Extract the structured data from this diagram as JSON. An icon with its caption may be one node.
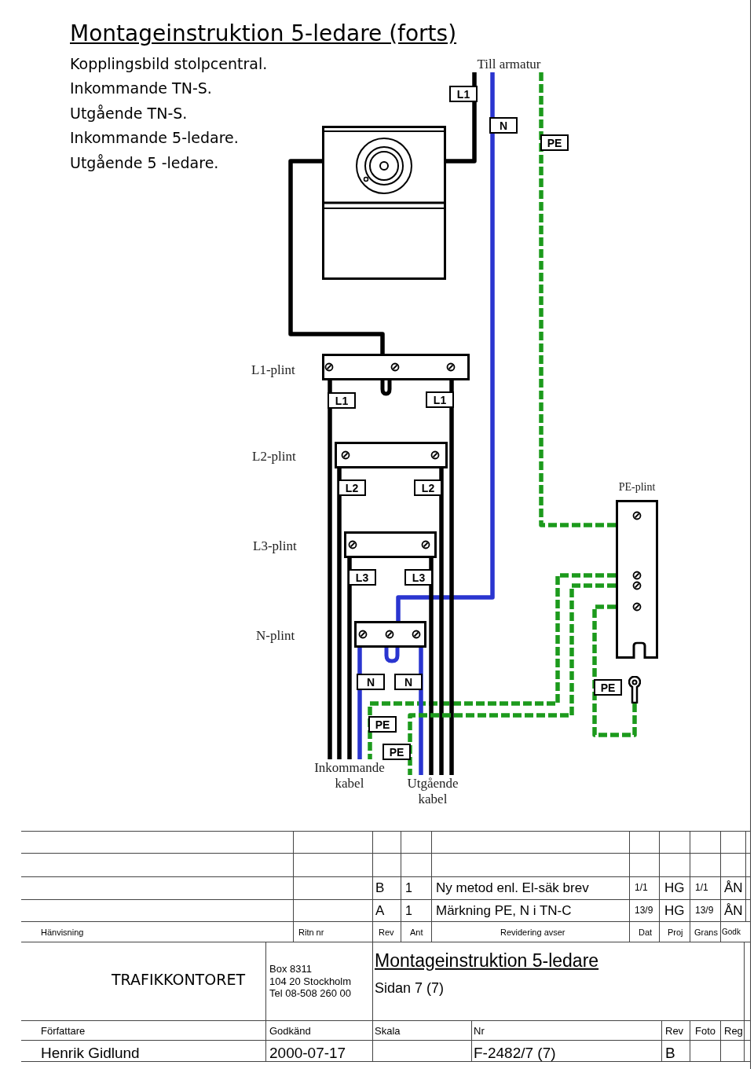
{
  "diagram": {
    "title": "Montageinstruktion 5-ledare (forts)",
    "nodes": [
      {
        "text": [],
        "shape": "picture"
      },
      {
        "text": [
          "Till armatur"
        ]
      },
      {
        "text": [],
        "shape": "bar"
      },
      {
        "text": [],
        "shape": "bar"
      },
      {
        "text": [],
        "shape": "bar"
      },
      {
        "text": [],
        "shape": "bar"
      },
      {
        "text": [
          "PE-plint"
        ]
      },
      {
        "text": [],
        "shape": "picture"
      },
      {
        "text": [
          "Inkommande kabel"
        ]
      },
      {
        "text": [
          "Utgående kabel"
        ]
      },
      {
        "text": [
          "L1"
        ]
      },
      {
        "text": [
          "N"
        ]
      },
      {
        "text": [
          "PE"
        ]
      },
      {
        "text": [
          "L1"
        ]
      },
      {
        "text": [
          "L1"
        ]
      },
      {
        "text": [
          "L2"
        ]
      },
      {
        "text": [
          "L2"
        ]
      },
      {
        "text": [
          "L3"
        ]
      },
      {
        "text": [
          "L3"
        ]
      },
      {
        "text": [
          "N"
        ]
      },
      {
        "text": [
          "N"
        ]
      },
      {
        "text": [
          "PE"
        ]
      },
      {
        "text": [
          "PE"
        ]
      },
      {
        "text": [
          "PE"
        ]
      }
    ],
    "edges": [
      {
        "from": 0,
        "to": 2,
        "arrow": "none"
      },
      {
        "from": 0,
        "to": 1,
        "arrow": "none"
      },
      {
        "from": 5,
        "to": 1,
        "arrow": "none",
        "color": "#2a35d0"
      },
      {
        "from": 6,
        "to": 1,
        "arrow": "none",
        "style": "dashed",
        "color": "#1c9a1c"
      },
      {
        "from": 2,
        "to": 8,
        "arrow": "none"
      },
      {
        "from": 3,
        "to": 8,
        "arrow": "none"
      },
      {
        "from": 4,
        "to": 8,
        "arrow": "none"
      },
      {
        "from": 5,
        "to": 8,
        "arrow": "none",
        "color": "#2a35d0"
      },
      {
        "from": 6,
        "to": 8,
        "arrow": "none",
        "style": "dashed",
        "color": "#1c9a1c"
      },
      {
        "from": 2,
        "to": 9,
        "arrow": "none"
      },
      {
        "from": 3,
        "to": 9,
        "arrow": "none"
      },
      {
        "from": 4,
        "to": 9,
        "arrow": "none"
      },
      {
        "from": 5,
        "to": 9,
        "arrow": "none",
        "color": "#2a35d0"
      },
      {
        "from": 6,
        "to": 9,
        "arrow": "none",
        "style": "dashed",
        "color": "#1c9a1c"
      },
      {
        "from": 6,
        "to": 7,
        "arrow": "none",
        "style": "dashed",
        "color": "#1c9a1c"
      }
    ],
    "labels": [
      "Kopplingsbild stolpcentral.",
      "Inkommande TN-S.",
      "Utgående TN-S.",
      "Inkommande 5-ledare.",
      "Utgående 5 -ledare.",
      "L1-plint",
      "L2-plint",
      "L3-plint",
      "N-plint",
      "B",
      "1",
      "Ny metod enl. El-säk brev",
      "1/1",
      "HG",
      "1/1",
      "ÅN",
      "A",
      "1",
      "Märkning PE, N i TN-C",
      "13/9",
      "HG",
      "13/9",
      "ÅN",
      "Hänvisning",
      "Ritn nr",
      "Rev",
      "Ant",
      "Revidering avser",
      "Dat",
      "Proj",
      "Grans",
      "Godk",
      "TRAFIKKONTORET",
      "Box 8311",
      "104 20  Stockholm",
      "Tel 08-508 260 00",
      "Montageinstruktion 5-ledare",
      "Sidan 7 (7)",
      "Författare",
      "Godkänd",
      "Skala",
      "Nr",
      "Rev",
      "Foto",
      "Reg",
      "Henrik Gidlund",
      "2000-07-17",
      "F-2482/7 (7)",
      "B"
    ]
  }
}
